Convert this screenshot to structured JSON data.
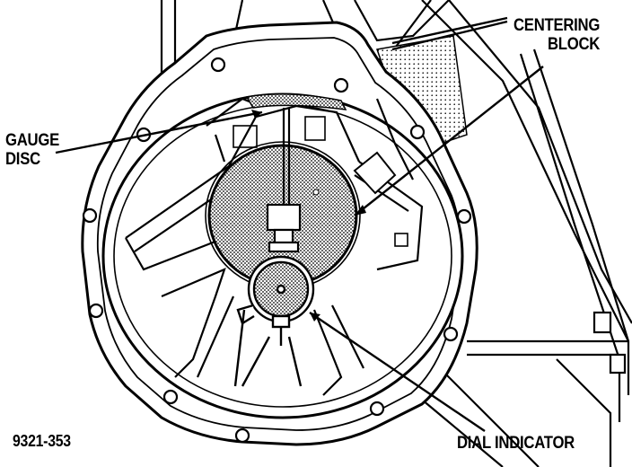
{
  "figure_id": "9321-353",
  "labels": {
    "gauge_disc": "GAUGE\nDISC",
    "centering_block": "CENTERING\nBLOCK",
    "dial_indicator": "DIAL INDICATOR"
  },
  "colors": {
    "ink": "#000000",
    "paper": "#ffffff",
    "stipple": "#555555"
  }
}
